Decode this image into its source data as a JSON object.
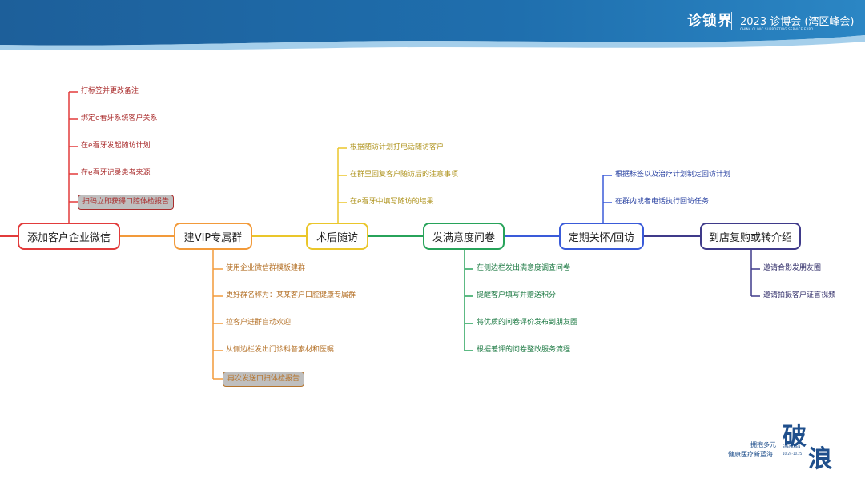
{
  "header": {
    "logo_text": "诊锁界",
    "logo_sub": "",
    "event_title": "2023 诊博会 (湾区峰会)",
    "event_subtitle": "CHINA CLINIC SUPPORTING SERVICE EXPO"
  },
  "colors": {
    "header_blue": "#1b6aa8",
    "header_light": "#3a8cc8",
    "main_line": "#9a9a9a"
  },
  "nodes": [
    {
      "id": "add-wechat",
      "label": "添加客户企业微信",
      "color": "#e23b3b"
    },
    {
      "id": "vip-group",
      "label": "建VIP专属群",
      "color": "#f29a3a"
    },
    {
      "id": "post-op",
      "label": "术后随访",
      "color": "#eac62a"
    },
    {
      "id": "survey",
      "label": "发满意度问卷",
      "color": "#27a35a"
    },
    {
      "id": "care",
      "label": "定期关怀/回访",
      "color": "#3a5bd9"
    },
    {
      "id": "revisit",
      "label": "到店复购或转介绍",
      "color": "#3f3a8a"
    }
  ],
  "branches": {
    "add-wechat": [
      "打标签并更改备注",
      "绑定e看牙系统客户关系",
      "在e看牙发起随访计划",
      "在e看牙记录患者来源",
      "扫码立即获得口腔体检报告"
    ],
    "vip-group": [
      "使用企业微信群模板建群",
      "更好群名称为：某某客户口腔健康专属群",
      "拉客户进群自动欢迎",
      "从侧边栏发出门诊科普素材和医嘱",
      "再次发送口扫体检报告"
    ],
    "post-op": [
      "根据随访计划打电话随访客户",
      "在群里回复客户随访后的注意事项",
      "在e看牙中填写随访的结果"
    ],
    "survey": [
      "在侧边栏发出满意度调查问卷",
      "提醒客户填写并赠送积分",
      "将优质的问卷评价发布到朋友圈",
      "根据差评的问卷整改服务流程"
    ],
    "care": [
      "根据标签以及治疗计划制定回访计划",
      "在群内或者电话执行回访任务"
    ],
    "revisit": [
      "邀请合影发朋友圈",
      "邀请拍摄客户证言视频"
    ]
  },
  "boxed_items": {
    "add-wechat": [
      4
    ],
    "vip-group": [
      4
    ]
  },
  "stamp": {
    "big1": "破",
    "big2": "浪",
    "line1": "拥抱多元",
    "line2": "健康医疗新蓝海",
    "city": "SHENZHEN",
    "date": "10.24-10.25"
  }
}
